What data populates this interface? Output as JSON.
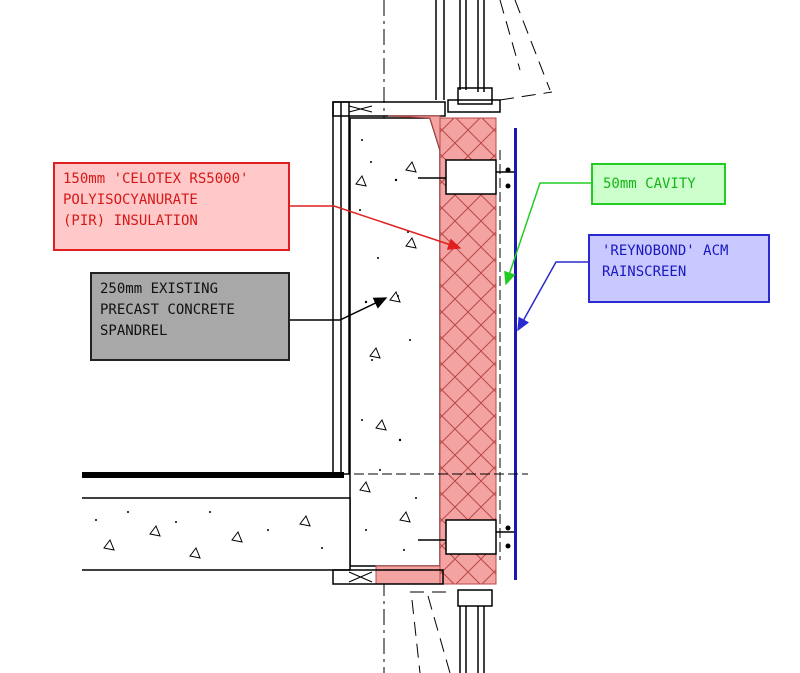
{
  "labels": {
    "insulation": {
      "lines": [
        "150mm 'CELOTEX RS5000'",
        "POLYISOCYANURATE",
        "(PIR) INSULATION"
      ],
      "color": "#e02020",
      "fill": "#ffc9c9"
    },
    "concrete": {
      "lines": [
        "250mm EXISTING",
        "PRECAST CONCRETE",
        "SPANDREL"
      ],
      "color": "#222222",
      "fill": "#a8a8a8"
    },
    "cavity": {
      "lines": [
        "50mm CAVITY"
      ],
      "color": "#22cc22",
      "fill": "#ccffcc"
    },
    "rainscreen": {
      "lines": [
        "'REYNOBOND' ACM",
        "RAINSCREEN"
      ],
      "color": "#2a2ad0",
      "fill": "#c9c9ff"
    }
  },
  "colors": {
    "insulation_hatch": "#f4a3a3",
    "insulation_line": "#c44",
    "rainscreen_panel": "#1a1ab0",
    "linework": "#000000"
  }
}
